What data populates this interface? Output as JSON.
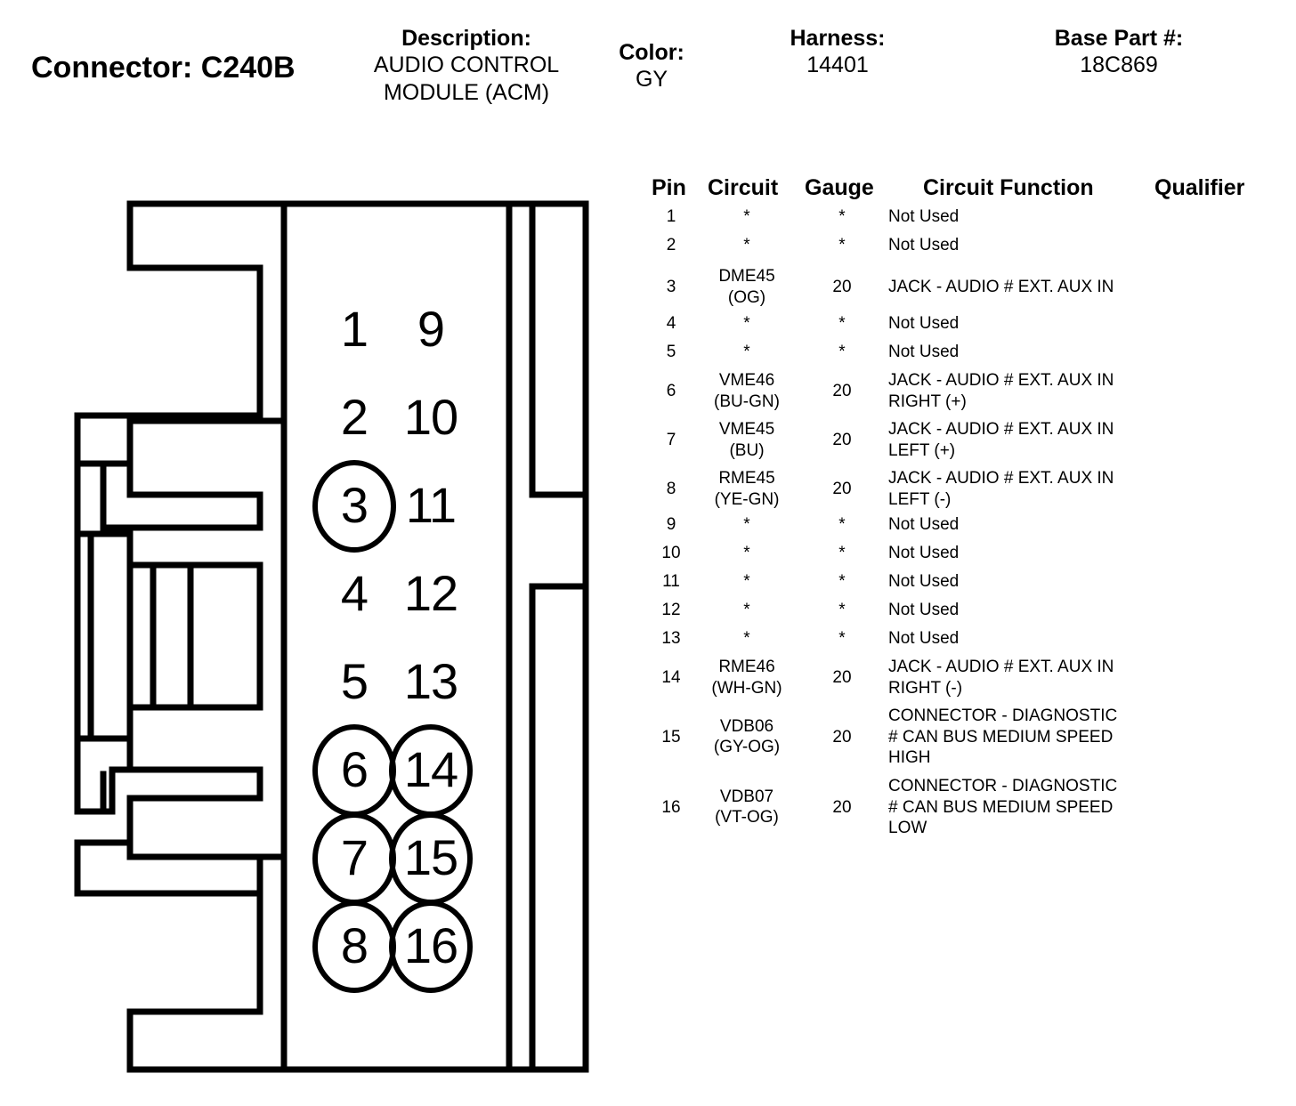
{
  "header": {
    "connector_title": "Connector: C240B",
    "description_label": "Description:",
    "description_lines": [
      "AUDIO CONTROL",
      "MODULE (ACM)"
    ],
    "color_label": "Color:",
    "color_value": "GY",
    "harness_label": "Harness:",
    "harness_value": "14401",
    "base_part_label": "Base Part #:",
    "base_part_value": "18C869"
  },
  "connector": {
    "pin_labels": [
      {
        "pin": "1",
        "col": 0,
        "row": 0,
        "circled": false
      },
      {
        "pin": "9",
        "col": 1,
        "row": 0,
        "circled": false
      },
      {
        "pin": "2",
        "col": 0,
        "row": 1,
        "circled": false
      },
      {
        "pin": "10",
        "col": 1,
        "row": 1,
        "circled": false
      },
      {
        "pin": "3",
        "col": 0,
        "row": 2,
        "circled": true
      },
      {
        "pin": "11",
        "col": 1,
        "row": 2,
        "circled": false
      },
      {
        "pin": "4",
        "col": 0,
        "row": 3,
        "circled": false
      },
      {
        "pin": "12",
        "col": 1,
        "row": 3,
        "circled": false
      },
      {
        "pin": "5",
        "col": 0,
        "row": 4,
        "circled": false
      },
      {
        "pin": "13",
        "col": 1,
        "row": 4,
        "circled": false
      },
      {
        "pin": "6",
        "col": 0,
        "row": 5,
        "circled": true
      },
      {
        "pin": "14",
        "col": 1,
        "row": 5,
        "circled": true
      },
      {
        "pin": "7",
        "col": 0,
        "row": 6,
        "circled": true
      },
      {
        "pin": "15",
        "col": 1,
        "row": 6,
        "circled": true
      },
      {
        "pin": "8",
        "col": 0,
        "row": 7,
        "circled": true
      },
      {
        "pin": "16",
        "col": 1,
        "row": 7,
        "circled": true
      }
    ]
  },
  "table": {
    "headers": {
      "pin": "Pin",
      "circuit": "Circuit",
      "gauge": "Gauge",
      "function": "Circuit Function",
      "qualifier": "Qualifier"
    },
    "rows": [
      {
        "pin": "1",
        "circuit": "*",
        "gauge": "*",
        "function": "Not Used",
        "qualifier": ""
      },
      {
        "pin": "2",
        "circuit": "*",
        "gauge": "*",
        "function": "Not Used",
        "qualifier": ""
      },
      {
        "pin": "3",
        "circuit": "DME45\n(OG)",
        "gauge": "20",
        "function": "JACK - AUDIO # EXT. AUX IN",
        "qualifier": ""
      },
      {
        "pin": "4",
        "circuit": "*",
        "gauge": "*",
        "function": "Not Used",
        "qualifier": ""
      },
      {
        "pin": "5",
        "circuit": "*",
        "gauge": "*",
        "function": "Not Used",
        "qualifier": ""
      },
      {
        "pin": "6",
        "circuit": "VME46\n(BU-GN)",
        "gauge": "20",
        "function": "JACK - AUDIO # EXT. AUX IN\nRIGHT (+)",
        "qualifier": ""
      },
      {
        "pin": "7",
        "circuit": "VME45\n(BU)",
        "gauge": "20",
        "function": "JACK - AUDIO # EXT. AUX IN\nLEFT (+)",
        "qualifier": ""
      },
      {
        "pin": "8",
        "circuit": "RME45\n(YE-GN)",
        "gauge": "20",
        "function": "JACK - AUDIO # EXT. AUX IN\nLEFT (-)",
        "qualifier": ""
      },
      {
        "pin": "9",
        "circuit": "*",
        "gauge": "*",
        "function": "Not Used",
        "qualifier": ""
      },
      {
        "pin": "10",
        "circuit": "*",
        "gauge": "*",
        "function": "Not Used",
        "qualifier": ""
      },
      {
        "pin": "11",
        "circuit": "*",
        "gauge": "*",
        "function": "Not Used",
        "qualifier": ""
      },
      {
        "pin": "12",
        "circuit": "*",
        "gauge": "*",
        "function": "Not Used",
        "qualifier": ""
      },
      {
        "pin": "13",
        "circuit": "*",
        "gauge": "*",
        "function": "Not Used",
        "qualifier": ""
      },
      {
        "pin": "14",
        "circuit": "RME46\n(WH-GN)",
        "gauge": "20",
        "function": "JACK - AUDIO # EXT. AUX IN\nRIGHT (-)",
        "qualifier": ""
      },
      {
        "pin": "15",
        "circuit": "VDB06\n(GY-OG)",
        "gauge": "20",
        "function": "CONNECTOR - DIAGNOSTIC\n# CAN BUS MEDIUM SPEED\nHIGH",
        "qualifier": ""
      },
      {
        "pin": "16",
        "circuit": "VDB07\n(VT-OG)",
        "gauge": "20",
        "function": "CONNECTOR - DIAGNOSTIC\n# CAN BUS MEDIUM SPEED\nLOW",
        "qualifier": ""
      }
    ]
  }
}
